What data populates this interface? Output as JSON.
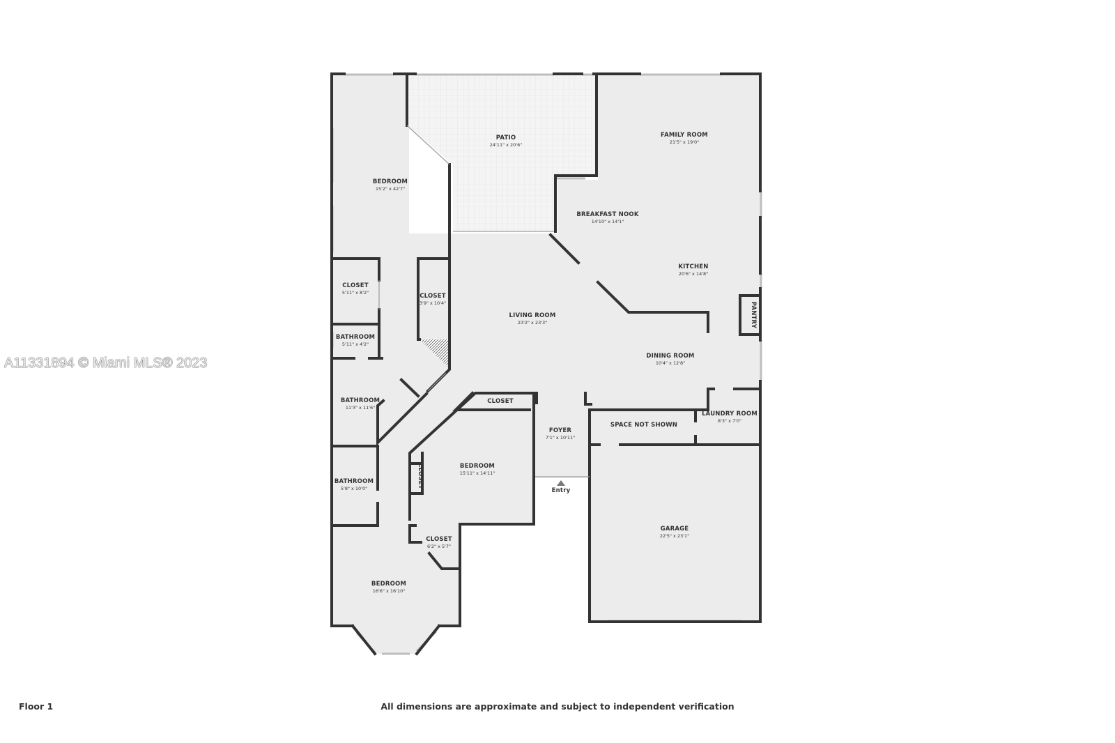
{
  "colors": {
    "wall": "#333333",
    "floor": "#ececec",
    "patio": "#f4f4f4",
    "window": "#bdbdbd",
    "text": "#333333",
    "background": "#ffffff"
  },
  "rooms": [
    {
      "id": "patio",
      "name": "PATIO",
      "dims": "24'11\" x 20'6\""
    },
    {
      "id": "family-room",
      "name": "FAMILY ROOM",
      "dims": "21'5\" x 19'0\""
    },
    {
      "id": "bedroom-1",
      "name": "BEDROOM",
      "dims": "15'2\" x 42'7\""
    },
    {
      "id": "breakfast-nook",
      "name": "BREAKFAST NOOK",
      "dims": "14'10\" x 14'1\""
    },
    {
      "id": "kitchen",
      "name": "KITCHEN",
      "dims": "20'6\" x 14'8\""
    },
    {
      "id": "closet-1",
      "name": "CLOSET",
      "dims": "5'11\" x 8'2\""
    },
    {
      "id": "closet-2",
      "name": "CLOSET",
      "dims": "3'9\" x 10'4\""
    },
    {
      "id": "living-room",
      "name": "LIVING ROOM",
      "dims": "23'2\" x 23'3\""
    },
    {
      "id": "bathroom-1",
      "name": "BATHROOM",
      "dims": "5'11\" x 4'2\""
    },
    {
      "id": "dining-room",
      "name": "DINING ROOM",
      "dims": "10'4\" x 12'8\""
    },
    {
      "id": "bathroom-2",
      "name": "BATHROOM",
      "dims": "11'3\" x 11'6\""
    },
    {
      "id": "closet-3",
      "name": "CLOSET",
      "dims": ""
    },
    {
      "id": "foyer",
      "name": "FOYER",
      "dims": "7'1\" x 10'11\""
    },
    {
      "id": "space-not-shown",
      "name": "SPACE NOT SHOWN",
      "dims": ""
    },
    {
      "id": "laundry-room",
      "name": "LAUNDRY ROOM",
      "dims": "8'3\" x 7'0\""
    },
    {
      "id": "bedroom-2",
      "name": "BEDROOM",
      "dims": "15'11\" x 14'11\""
    },
    {
      "id": "bathroom-3",
      "name": "BATHROOM",
      "dims": "5'8\" x 10'0\""
    },
    {
      "id": "garage",
      "name": "GARAGE",
      "dims": "22'5\" x 23'1\""
    },
    {
      "id": "closet-4",
      "name": "CLOSET",
      "dims": "6'2\" x 5'7\""
    },
    {
      "id": "bedroom-3",
      "name": "BEDROOM",
      "dims": "16'6\" x 16'10\""
    },
    {
      "id": "pantry",
      "name": "PANTRY",
      "dims": ""
    },
    {
      "id": "closet-5",
      "name": "CLOSET",
      "dims": ""
    }
  ],
  "entry_label": "Entry",
  "floor_label": "Floor 1",
  "disclaimer": "All dimensions are approximate and subject to independent verification",
  "watermark": "A11331894 © Miami MLS® 2023"
}
